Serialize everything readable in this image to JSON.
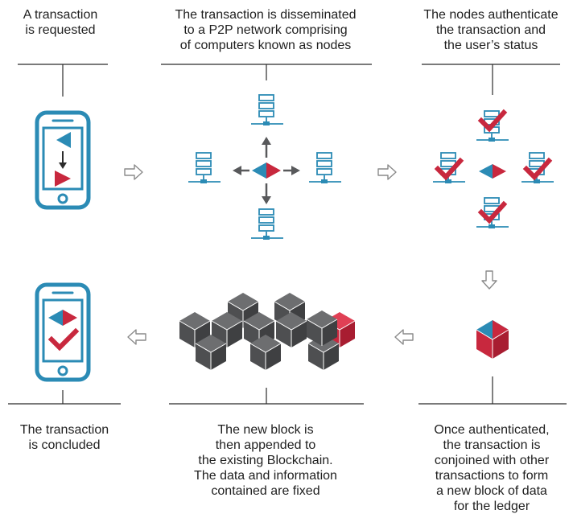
{
  "steps": {
    "requested": {
      "lines": [
        "A transaction",
        "is requested"
      ]
    },
    "disseminated": {
      "lines": [
        "The transaction is disseminated",
        "to a P2P network comprising",
        "of computers known as nodes"
      ]
    },
    "authenticate": {
      "lines": [
        "The nodes authenticate",
        "the transaction and",
        "the user’s status"
      ]
    },
    "block_formed": {
      "lines": [
        "Once authenticated,",
        "the transaction is",
        "conjoined with other",
        "transactions to form",
        "a new block of data",
        "for the ledger"
      ]
    },
    "appended": {
      "lines": [
        "The new block is",
        "then appended to",
        "the existing Blockchain.",
        "The data and information",
        "contained are fixed"
      ]
    },
    "concluded": {
      "lines": [
        "The transaction",
        "is concluded"
      ]
    }
  },
  "colors": {
    "blue": "#2b8bb5",
    "red": "#c8283e",
    "gray": "#58595b",
    "dark_gray": "#3f4042",
    "line": "#2b2b2b",
    "arrow_outline": "#8a8a8a"
  },
  "icons": [
    "smartphone-icon",
    "server-node-icon",
    "checkmark-icon",
    "cube-icon",
    "hollow-arrow-icon"
  ]
}
